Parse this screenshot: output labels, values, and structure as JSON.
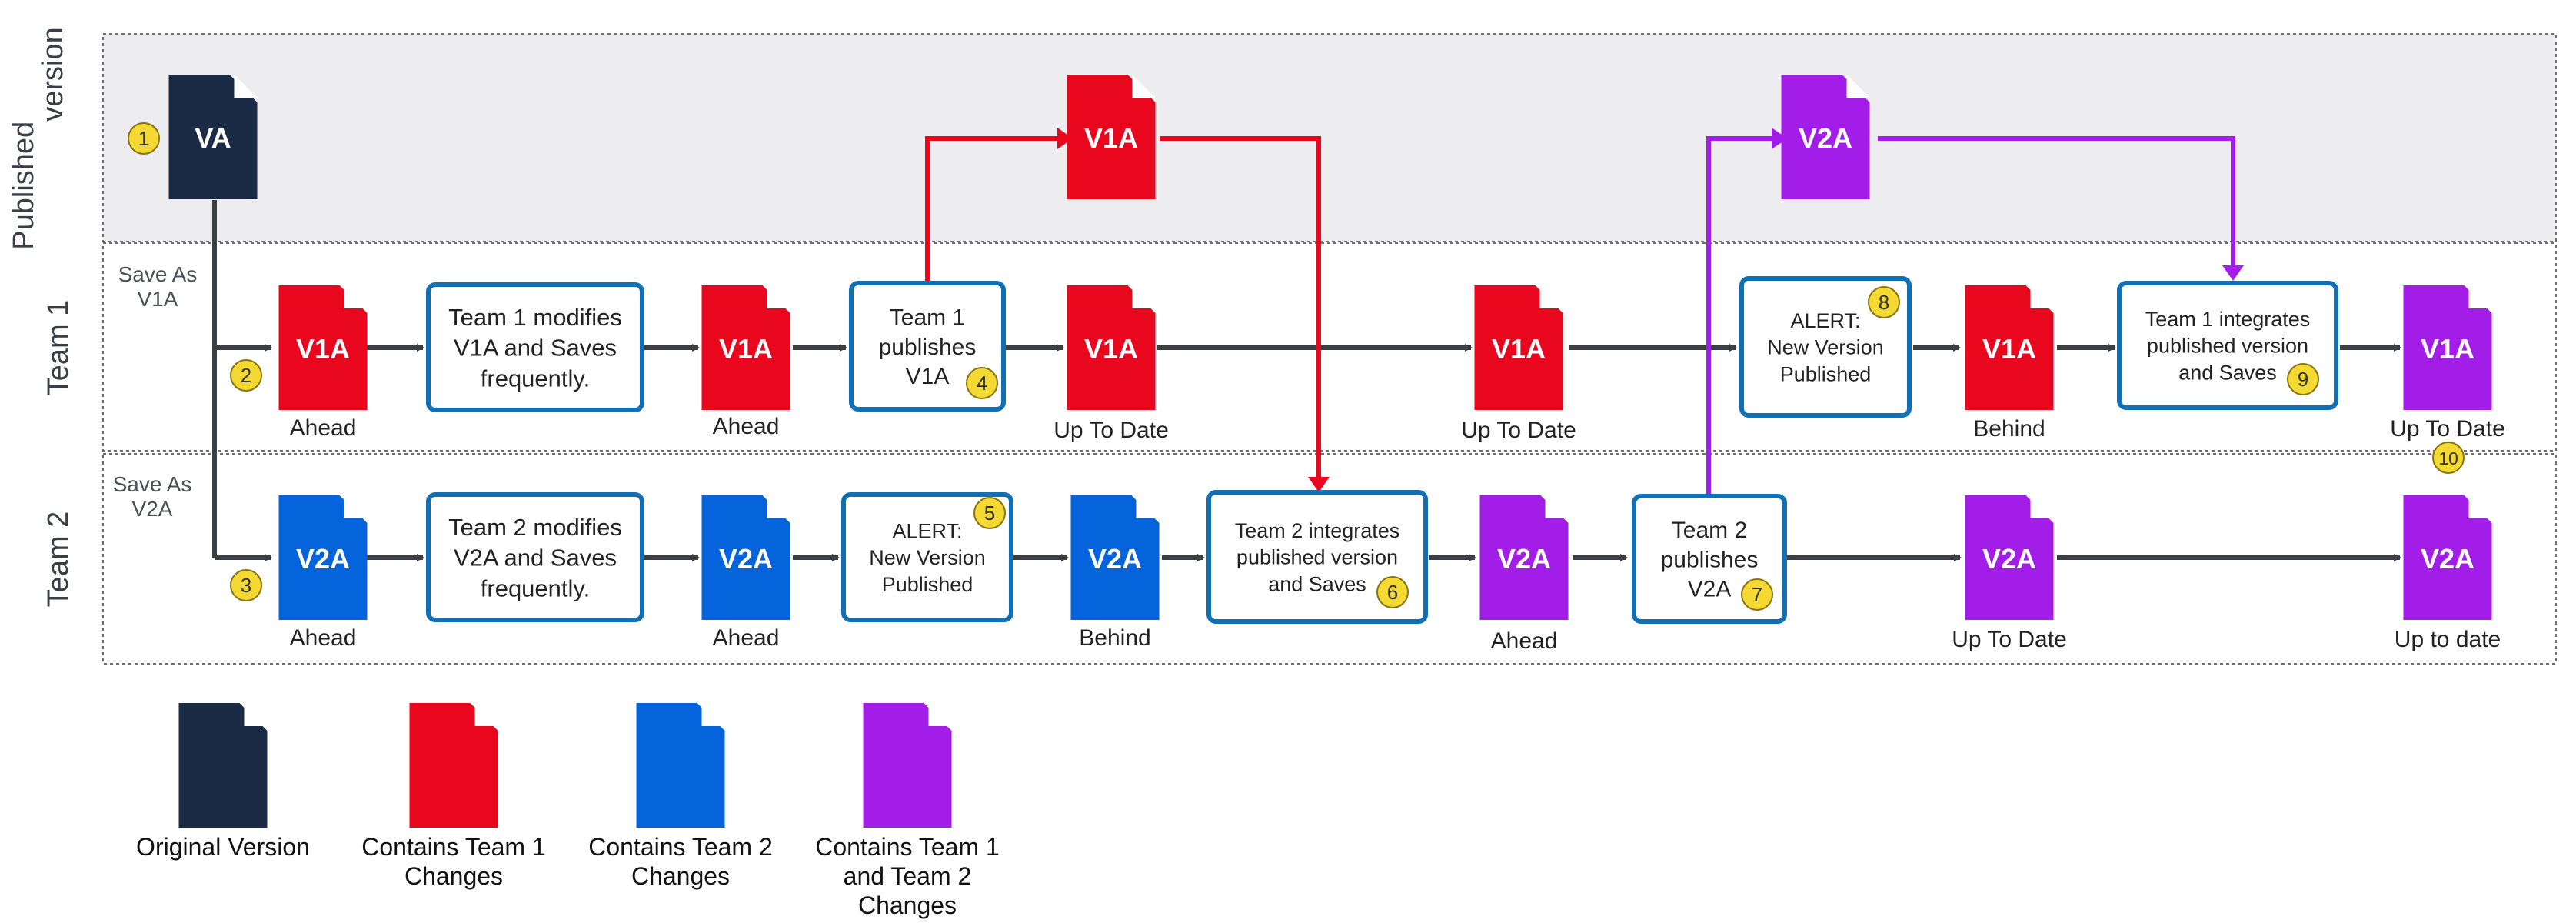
{
  "lanes": {
    "published": "Published\nversion",
    "team1": "Team 1",
    "team2": "Team 2"
  },
  "colors": {
    "original": "#1b2a45",
    "team1": "#e8071d",
    "team2": "#0563db",
    "both": "#a21ee8",
    "box_border": "#1170b5",
    "badge": "#f5d933",
    "arrow": "#3a3f45",
    "lane_fill": "#ededf0"
  },
  "docs": {
    "published_va": {
      "label": "VA",
      "status": ""
    },
    "published_v1a": {
      "label": "V1A",
      "status": ""
    },
    "published_v2a": {
      "label": "V2A",
      "status": ""
    },
    "t1_doc1": {
      "label": "V1A",
      "status": "Ahead"
    },
    "t1_doc2": {
      "label": "V1A",
      "status": "Ahead"
    },
    "t1_doc3": {
      "label": "V1A",
      "status": "Up To Date"
    },
    "t1_doc4": {
      "label": "V1A",
      "status": "Up To Date"
    },
    "t1_doc5": {
      "label": "V1A",
      "status": "Behind"
    },
    "t1_doc6": {
      "label": "V1A",
      "status": "Up To Date"
    },
    "t2_doc1": {
      "label": "V2A",
      "status": "Ahead"
    },
    "t2_doc2": {
      "label": "V2A",
      "status": "Ahead"
    },
    "t2_doc3": {
      "label": "V2A",
      "status": "Behind"
    },
    "t2_doc4": {
      "label": "V2A",
      "status": "Ahead"
    },
    "t2_doc5": {
      "label": "V2A",
      "status": "Up To Date"
    },
    "t2_doc6": {
      "label": "V2A",
      "status": "Up to date"
    }
  },
  "boxes": {
    "t1_modify": "Team 1 modifies\nV1A and Saves\nfrequently.",
    "t1_publish": "Team 1\npublishes\nV1A",
    "t1_alert": "ALERT:\nNew Version\nPublished",
    "t1_integrate": "Team 1 integrates\npublished version\nand Saves",
    "t2_modify": "Team 2 modifies\nV2A and Saves\nfrequently.",
    "t2_alert": "ALERT:\nNew Version\nPublished",
    "t2_integrate": "Team 2 integrates\npublished version\nand Saves",
    "t2_publish": "Team 2\npublishes\nV2A"
  },
  "save_as": {
    "team1": "Save As\nV1A",
    "team2": "Save As\nV2A"
  },
  "badges": [
    "1",
    "2",
    "3",
    "4",
    "5",
    "6",
    "7",
    "8",
    "9",
    "10"
  ],
  "legend": [
    {
      "color_key": "original",
      "text": "Original Version"
    },
    {
      "color_key": "team1",
      "text": "Contains Team 1\nChanges"
    },
    {
      "color_key": "team2",
      "text": "Contains Team 2\nChanges"
    },
    {
      "color_key": "both",
      "text": "Contains Team 1\nand Team 2\nChanges"
    }
  ]
}
